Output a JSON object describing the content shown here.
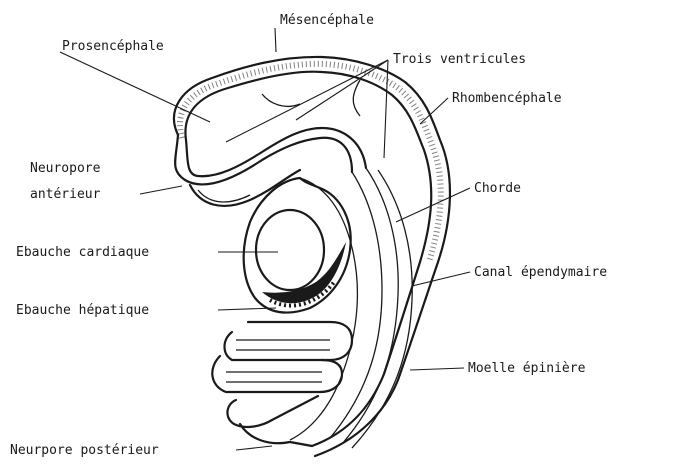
{
  "labels": {
    "mesencephale": "Mésencéphale",
    "prosencephale": "Prosencéphale",
    "trois_ventricules": "Trois ventricules",
    "rhombencephale": "Rhombencéphale",
    "neuropore_anterieur_line1": "Neuropore",
    "neuropore_anterieur_line2": "antérieur",
    "chorde": "Chorde",
    "ebauche_cardiaque": "Ebauche cardiaque",
    "canal_ependymaire": "Canal épendymaire",
    "ebauche_hepatique": "Ebauche hépatique",
    "moelle_epiniere": "Moelle épinière",
    "neuropore_posterieur": "Neurpore postérieur"
  },
  "colors": {
    "ink": "#1a1a1a",
    "paper": "#ffffff"
  }
}
